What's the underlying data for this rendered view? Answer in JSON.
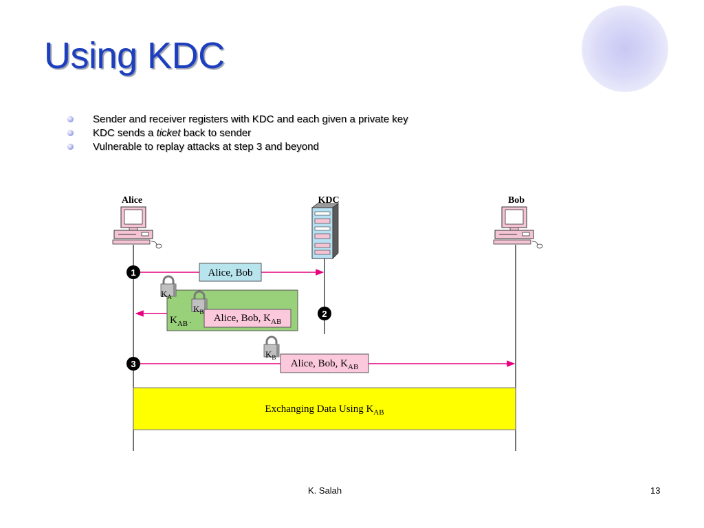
{
  "slide": {
    "title": "Using KDC",
    "bullets": [
      {
        "text_before": "Sender and receiver registers with KDC and each given a private key",
        "italic": "",
        "text_after": ""
      },
      {
        "text_before": "KDC sends a ",
        "italic": "ticket",
        "text_after": " back to sender"
      },
      {
        "text_before": "Vulnerable to replay attacks at step 3 and beyond",
        "italic": "",
        "text_after": ""
      }
    ],
    "footer": {
      "author": "K. Salah",
      "page": "13"
    }
  },
  "diagram": {
    "actors": {
      "alice": "Alice",
      "kdc": "KDC",
      "bob": "Bob"
    },
    "steps": [
      "1",
      "2",
      "3"
    ],
    "message1": "Alice, Bob",
    "message2": {
      "ka_base": "K",
      "ka_sub": "A",
      "kab_base": "K",
      "kab_sub": "AB",
      "kab_tail": " .",
      "kb_base": "K",
      "kb_sub": "B",
      "ticket_text": "Alice, Bob, K",
      "ticket_sub": "AB"
    },
    "message3": {
      "kb_base": "K",
      "kb_sub": "B",
      "ticket_text": "Alice, Bob, K",
      "ticket_sub": "AB"
    },
    "exchange": {
      "text": "Exchanging Data Using K",
      "sub": "AB"
    },
    "colors": {
      "arrow": "#e6007e",
      "message1_box": "#b8e4ee",
      "green_box": "#99d17a",
      "ticket_box": "#fcc8dc",
      "exchange_box": "#ffff00"
    }
  }
}
